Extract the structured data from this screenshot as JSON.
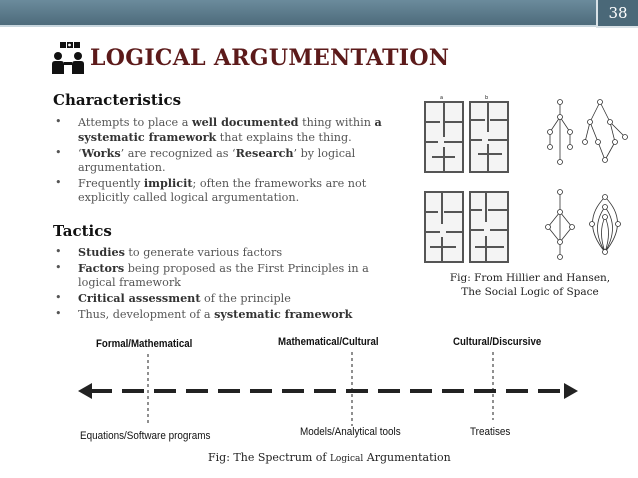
{
  "slide": {
    "page_number": "38",
    "title": "LOGICAL  ARGUMENTATION",
    "title_icon": "people-puzzle-icon",
    "title_color": "#5c1a1a"
  },
  "characteristics": {
    "heading": "Characteristics",
    "items": [
      {
        "t1": "Attempts to place a ",
        "b1": "well documented",
        "t2": " thing within ",
        "b2": "a systematic framework",
        "t3": " that explains the thing."
      },
      {
        "t1": "‘",
        "b1": "Works",
        "t2": "’ are recognized as ‘",
        "b2": "Research",
        "t3": "’ by logical argumentation."
      },
      {
        "t1": "Frequently ",
        "b1": "implicit",
        "t2": "; often the frameworks are not explicitly called logical argumentation.",
        "b2": "",
        "t3": ""
      }
    ]
  },
  "tactics": {
    "heading": "Tactics",
    "items": [
      {
        "t1": "",
        "b1": "Studies",
        "t2": " to generate various factors",
        "b2": "",
        "t3": ""
      },
      {
        "t1": "",
        "b1": "Factors",
        "t2": " being proposed as the First Principles in a logical framework",
        "b2": "",
        "t3": ""
      },
      {
        "t1": "",
        "b1": "Critical assessment",
        "t2": " of the principle",
        "b2": "",
        "t3": ""
      },
      {
        "t1": "Thus, development of a ",
        "b1": "systematic framework",
        "t2": "",
        "b2": "",
        "t3": ""
      }
    ]
  },
  "figure_right": {
    "caption_line1": "Fig: From Hillier and Hansen,",
    "caption_line2": "The Social Logic of Space"
  },
  "spectrum": {
    "top_labels": [
      "Formal/Mathematical",
      "Mathematical/Cultural",
      "Cultural/Discursive"
    ],
    "bottom_labels": [
      "Equations/Software programs",
      "Models/Analytical tools",
      "Treatises"
    ]
  },
  "figure_bottom": {
    "caption_prefix": "Fig: The Spectrum of ",
    "caption_small": "Logical",
    "caption_suffix": " Argumentation"
  },
  "colors": {
    "topbar": "#5a7a8a",
    "bullet_text": "#555555",
    "bold_text": "#333333"
  }
}
